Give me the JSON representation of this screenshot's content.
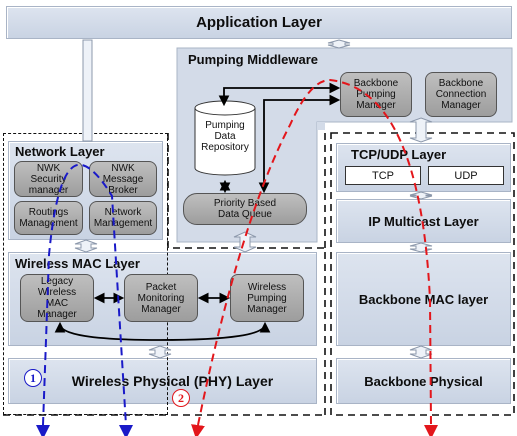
{
  "colors": {
    "path1": "#1a1ac8",
    "path2": "#e3161b",
    "layer_fill": "#d3dbe8",
    "module_fill": "#ababab"
  },
  "layers": {
    "application": "Application Layer",
    "pumping_middleware": "Pumping Middleware",
    "network": "Network Layer",
    "wireless_mac": "Wireless MAC Layer",
    "wireless_phy": "Wireless Physical (PHY) Layer",
    "tcp_udp": "TCP/UDP Layer",
    "ip_multicast": "IP Multicast Layer",
    "backbone_mac": "Backbone MAC layer",
    "backbone_phy": "Backbone Physical"
  },
  "modules": {
    "backbone_pumping_manager": "Backbone\nPumping\nManager",
    "backbone_connection_manager": "Backbone\nConnection\nManager",
    "pumping_data_repository": "Pumping\nData\nRepository",
    "priority_data_queue": "Priority Based\nData Queue",
    "nwk_security_manager": "NWK\nSecurity\nmanager",
    "nwk_message_broker": "NWK\nMessage\nBroker",
    "routing_management": "Routings\nManagement",
    "network_management": "Network\nManagement",
    "legacy_wireless_mac_manager": "Legacy\nWireless\nMAC\nManager",
    "packet_monitoring_manager": "Packet\nMonitoring\nManager",
    "wireless_pumping_manager": "Wireless\nPumping\nManager",
    "tcp": "TCP",
    "udp": "UDP"
  },
  "paths": {
    "path1_label": "1",
    "path2_label": "2"
  }
}
